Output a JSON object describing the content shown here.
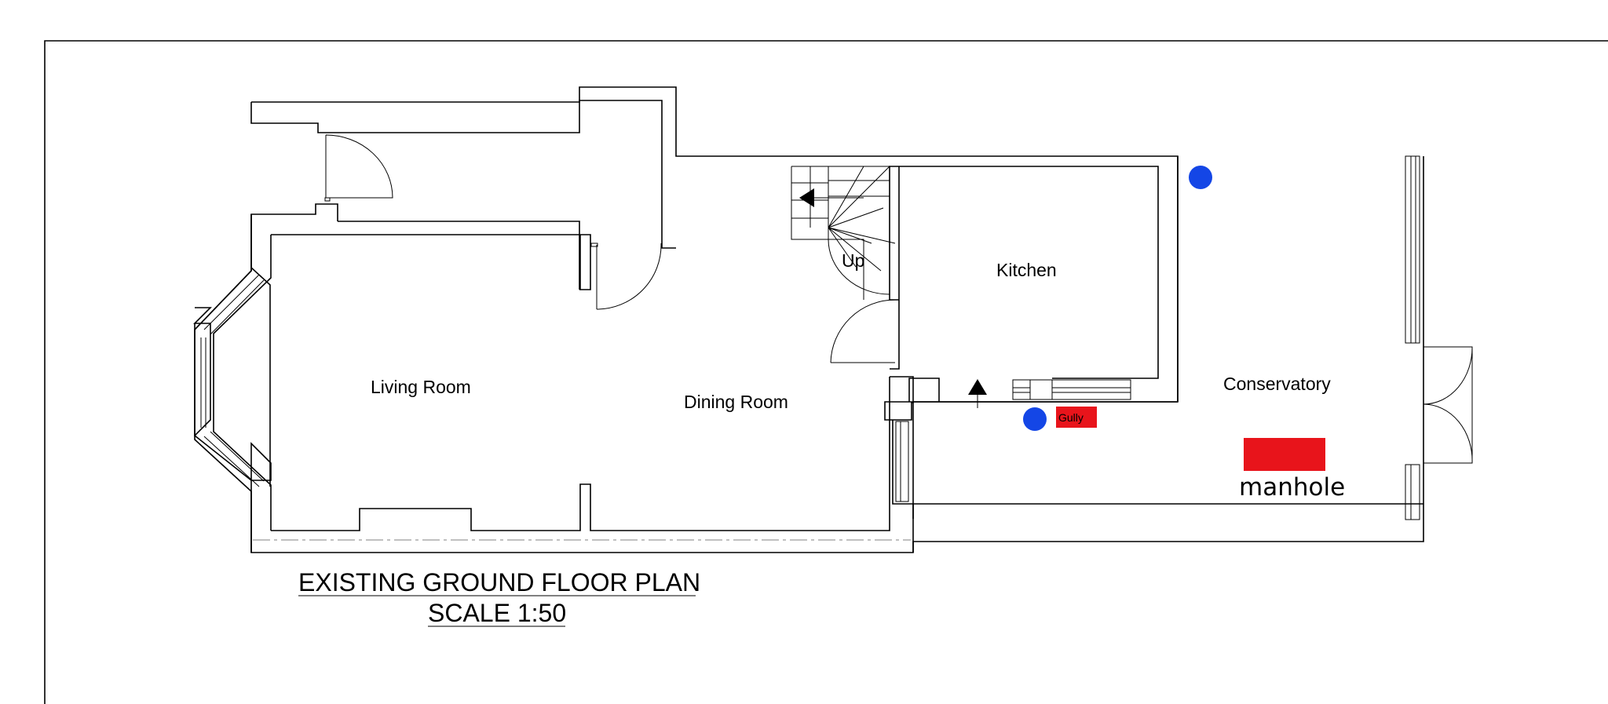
{
  "drawing": {
    "title": "EXISTING GROUND FLOOR PLAN",
    "scale": "SCALE 1:50"
  },
  "rooms": {
    "living_room": "Living Room",
    "dining_room": "Dining Room",
    "kitchen": "Kitchen",
    "conservatory": "Conservatory"
  },
  "stair_label": "Up",
  "annotations": {
    "manhole": "manhole",
    "gully": "Gully"
  },
  "colors": {
    "lines": "#000000",
    "marker_red": "#e8141b",
    "marker_blue": "#1446e6"
  }
}
